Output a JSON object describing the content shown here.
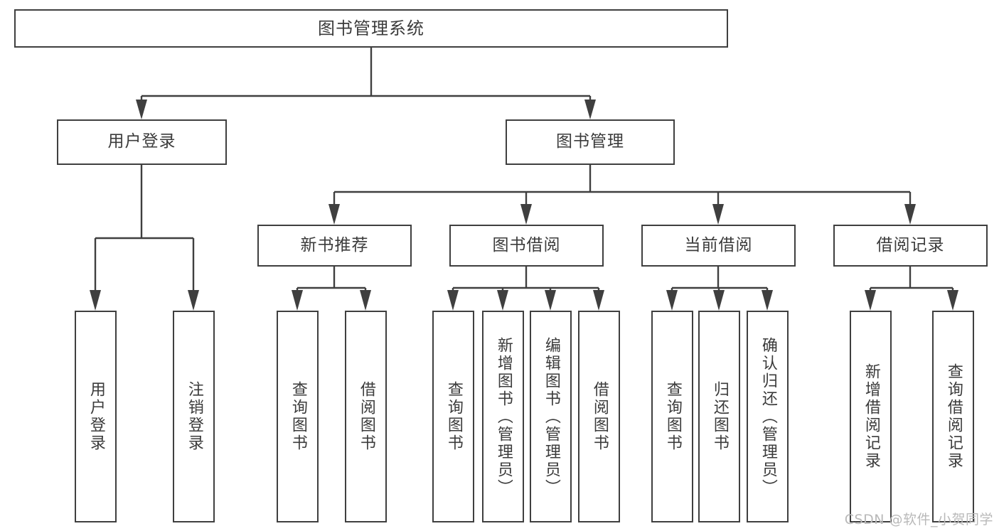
{
  "diagram": {
    "title": "图书管理系统",
    "watermark": "CSDN @软件_小贺同学",
    "nodes": {
      "root": {
        "label": "图书管理系统"
      },
      "user_login": {
        "label": "用户登录"
      },
      "book_manage": {
        "label": "图书管理"
      },
      "new_book_rec": {
        "label": "新书推荐"
      },
      "book_borrow": {
        "label": "图书借阅"
      },
      "current_borrow": {
        "label": "当前借阅"
      },
      "borrow_record": {
        "label": "借阅记录"
      },
      "leaf_user_login": {
        "label": "用户登录"
      },
      "leaf_user_logout": {
        "label": "注销登录"
      },
      "leaf_query_book_1": {
        "label": "查询图书"
      },
      "leaf_borrow_book_1": {
        "label": "借阅图书"
      },
      "leaf_query_book_2": {
        "label": "查询图书"
      },
      "leaf_add_book_admin": {
        "label": "新增图书（管理员）"
      },
      "leaf_edit_book_admin": {
        "label": "编辑图书（管理员）"
      },
      "leaf_borrow_book_2": {
        "label": "借阅图书"
      },
      "leaf_query_book_3": {
        "label": "查询图书"
      },
      "leaf_return_book": {
        "label": "归还图书"
      },
      "leaf_confirm_return": {
        "label": "确认归还（管理员）"
      },
      "leaf_add_record": {
        "label": "新增借阅记录"
      },
      "leaf_query_record": {
        "label": "查询借阅记录"
      }
    },
    "colors": {
      "border": "#3f3f3f",
      "text": "#3b3b3b",
      "background": "#ffffff",
      "watermark": "#b9b9b9"
    }
  }
}
